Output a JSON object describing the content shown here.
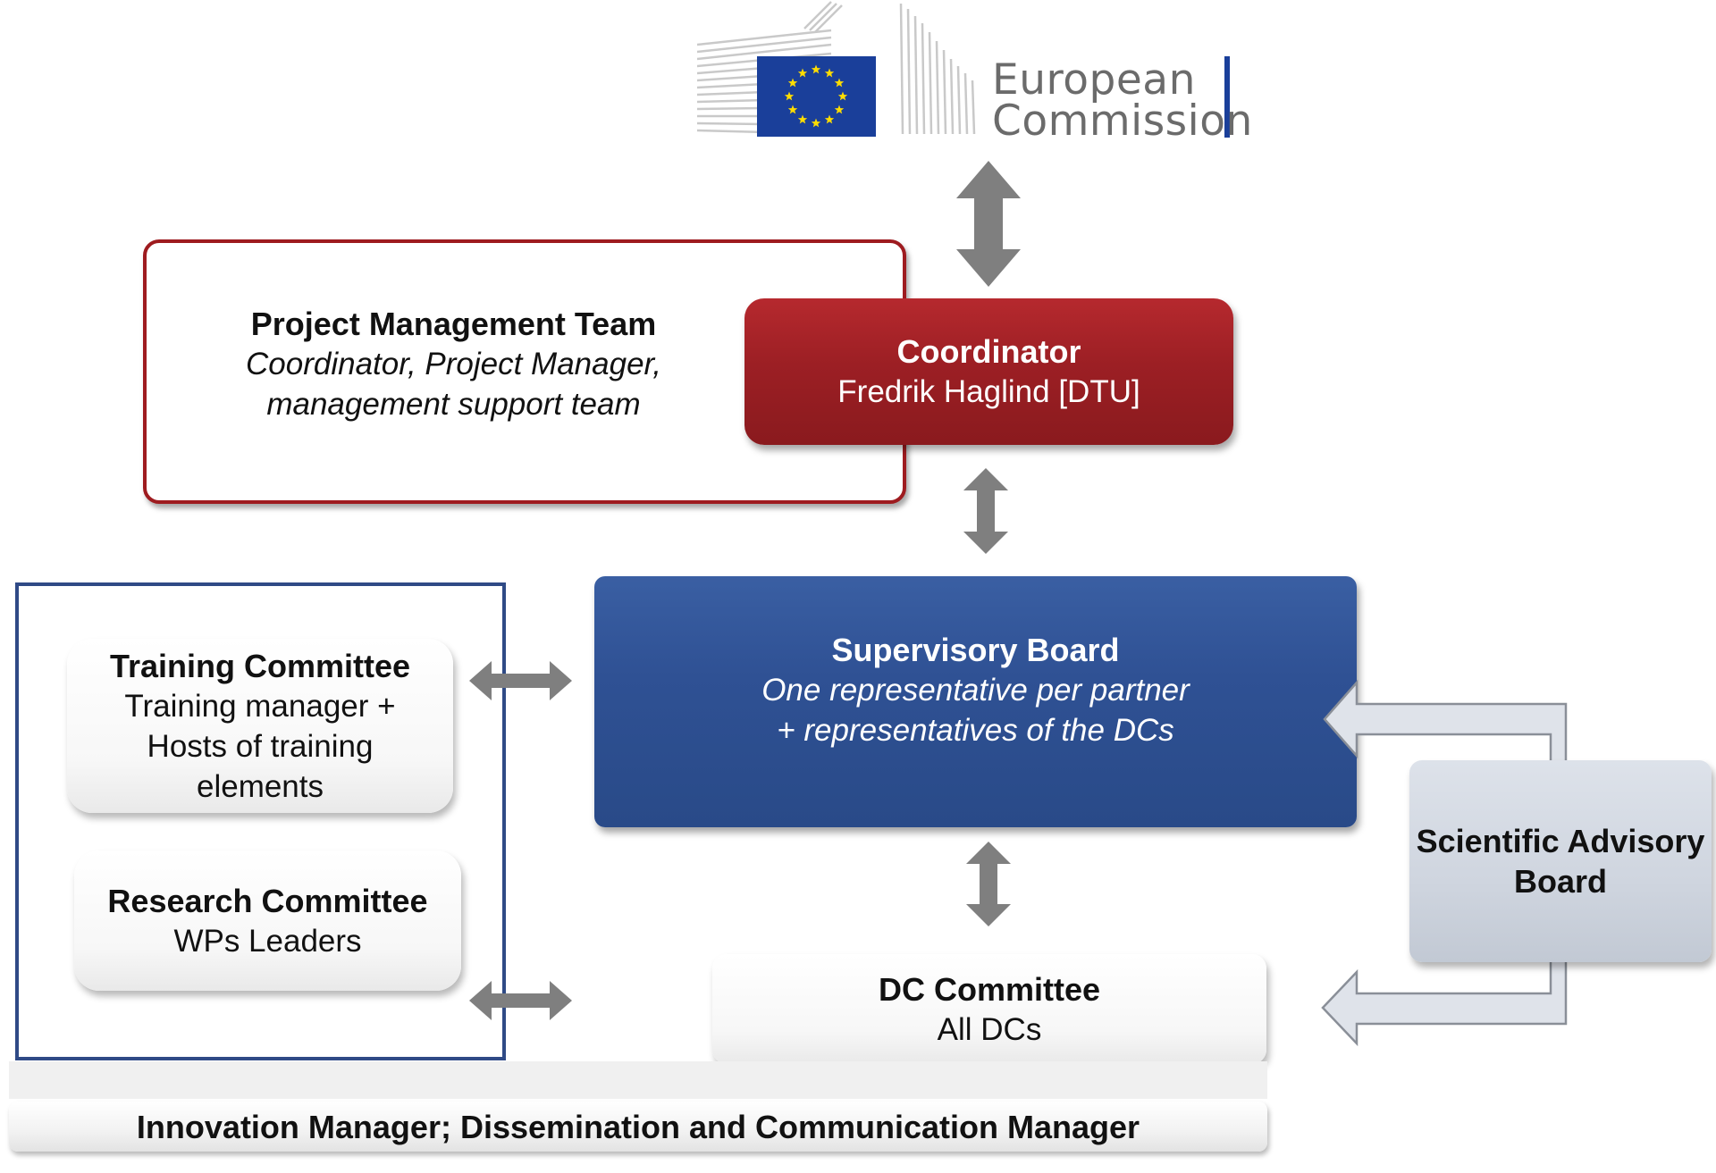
{
  "logo": {
    "line1": "European",
    "line2": "Commission",
    "flag_color": "#1a3f9a",
    "star_color": "#ffdd00",
    "bar_color": "#1a3f9a"
  },
  "project_management_team": {
    "title": "Project Management Team",
    "line1": "Coordinator, Project Manager,",
    "line2": "management support team"
  },
  "coordinator": {
    "title": "Coordinator",
    "name": "Fredrik Haglind [DTU]",
    "color": "#9c1f24"
  },
  "supervisory_board": {
    "title": "Supervisory Board",
    "line1": "One representative per partner",
    "line2": "+ representatives of the DCs",
    "color": "#2f5194"
  },
  "training_committee": {
    "title": "Training Committee",
    "line1": "Training manager +",
    "line2": "Hosts of training",
    "line3": "elements"
  },
  "research_committee": {
    "title": "Research Committee",
    "line1": "WPs Leaders"
  },
  "dc_committee": {
    "title": "DC Committee",
    "line1": "All DCs"
  },
  "scientific_advisory_board": {
    "line1": "Scientific Advisory",
    "line2": "Board"
  },
  "innovation_bar": {
    "text": "Innovation Manager; Dissemination and Communication Manager"
  },
  "colors": {
    "arrow_gray": "#7f7f7f",
    "sab_arrow_fill": "#dfe3ea",
    "sab_arrow_stroke": "#8a8f98"
  }
}
